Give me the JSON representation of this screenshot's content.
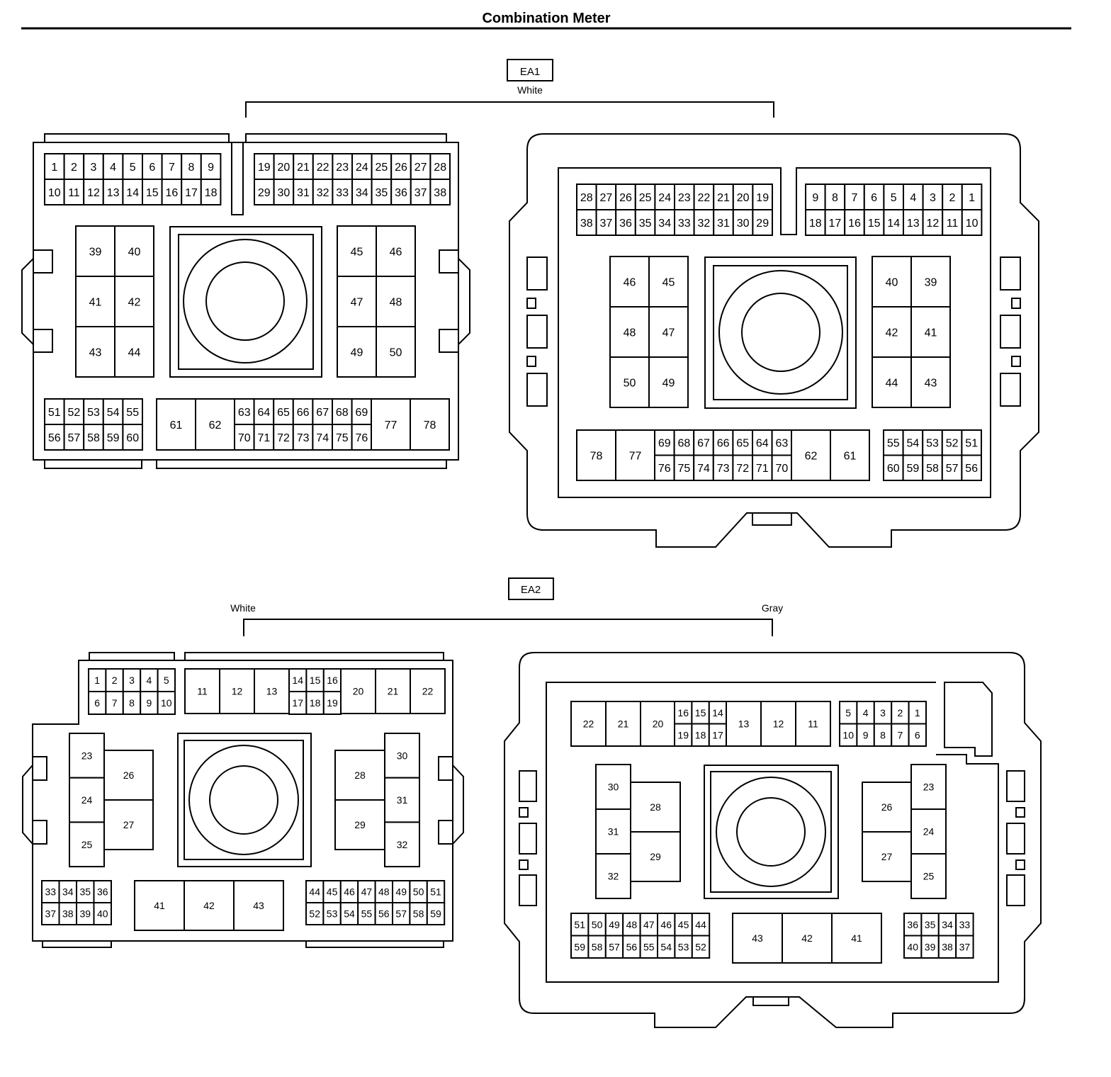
{
  "title": "Combination Meter",
  "ea1": {
    "code": "EA1",
    "color": "White",
    "left": {
      "top_left": [
        [
          "1",
          "2",
          "3",
          "4",
          "5",
          "6",
          "7",
          "8",
          "9"
        ],
        [
          "10",
          "11",
          "12",
          "13",
          "14",
          "15",
          "16",
          "17",
          "18"
        ]
      ],
      "top_right": [
        [
          "19",
          "20",
          "21",
          "22",
          "23",
          "24",
          "25",
          "26",
          "27",
          "28"
        ],
        [
          "29",
          "30",
          "31",
          "32",
          "33",
          "34",
          "35",
          "36",
          "37",
          "38"
        ]
      ],
      "big_left": [
        [
          "39",
          "40"
        ],
        [
          "41",
          "42"
        ],
        [
          "43",
          "44"
        ]
      ],
      "big_right": [
        [
          "45",
          "46"
        ],
        [
          "47",
          "48"
        ],
        [
          "49",
          "50"
        ]
      ],
      "bottom_small": [
        [
          "51",
          "52",
          "53",
          "54",
          "55"
        ],
        [
          "56",
          "57",
          "58",
          "59",
          "60"
        ]
      ],
      "bottom_bigs_a": [
        "61",
        "62"
      ],
      "bottom_mid": [
        [
          "63",
          "64",
          "65",
          "66",
          "67",
          "68",
          "69"
        ],
        [
          "70",
          "71",
          "72",
          "73",
          "74",
          "75",
          "76"
        ]
      ],
      "bottom_bigs_b": [
        "77",
        "78"
      ]
    },
    "right": {
      "top_left": [
        [
          "28",
          "27",
          "26",
          "25",
          "24",
          "23",
          "22",
          "21",
          "20",
          "19"
        ],
        [
          "38",
          "37",
          "36",
          "35",
          "34",
          "33",
          "32",
          "31",
          "30",
          "29"
        ]
      ],
      "top_right": [
        [
          "9",
          "8",
          "7",
          "6",
          "5",
          "4",
          "3",
          "2",
          "1"
        ],
        [
          "18",
          "17",
          "16",
          "15",
          "14",
          "13",
          "12",
          "11",
          "10"
        ]
      ],
      "big_left": [
        [
          "46",
          "45"
        ],
        [
          "48",
          "47"
        ],
        [
          "50",
          "49"
        ]
      ],
      "big_right": [
        [
          "40",
          "39"
        ],
        [
          "42",
          "41"
        ],
        [
          "44",
          "43"
        ]
      ],
      "bottom_bigs_a": [
        "78",
        "77"
      ],
      "bottom_mid": [
        [
          "69",
          "68",
          "67",
          "66",
          "65",
          "64",
          "63"
        ],
        [
          "76",
          "75",
          "74",
          "73",
          "72",
          "71",
          "70"
        ]
      ],
      "bottom_bigs_b": [
        "62",
        "61"
      ],
      "bottom_small": [
        [
          "55",
          "54",
          "53",
          "52",
          "51"
        ],
        [
          "60",
          "59",
          "58",
          "57",
          "56"
        ]
      ]
    }
  },
  "ea2": {
    "code": "EA2",
    "left_color": "White",
    "right_color": "Gray",
    "left": {
      "top_small": [
        [
          "1",
          "2",
          "3",
          "4",
          "5"
        ],
        [
          "6",
          "7",
          "8",
          "9",
          "10"
        ]
      ],
      "top_bigs_a": [
        "11",
        "12",
        "13"
      ],
      "top_mid": [
        [
          "14",
          "15",
          "16"
        ],
        [
          "17",
          "18",
          "19"
        ]
      ],
      "top_bigs_b": [
        "20",
        "21",
        "22"
      ],
      "left_col": [
        "23",
        "24",
        "25"
      ],
      "left_pair": [
        "26",
        "27"
      ],
      "right_pair": [
        "28",
        "29"
      ],
      "right_col": [
        "30",
        "31",
        "32"
      ],
      "bottom_left": [
        [
          "33",
          "34",
          "35",
          "36"
        ],
        [
          "37",
          "38",
          "39",
          "40"
        ]
      ],
      "bottom_bigs": [
        "41",
        "42",
        "43"
      ],
      "bottom_right": [
        [
          "44",
          "45",
          "46",
          "47",
          "48",
          "49",
          "50",
          "51"
        ],
        [
          "52",
          "53",
          "54",
          "55",
          "56",
          "57",
          "58",
          "59"
        ]
      ]
    },
    "right": {
      "top_bigs_a": [
        "22",
        "21",
        "20"
      ],
      "top_mid": [
        [
          "16",
          "15",
          "14"
        ],
        [
          "19",
          "18",
          "17"
        ]
      ],
      "top_bigs_b": [
        "13",
        "12",
        "11"
      ],
      "top_small": [
        [
          "5",
          "4",
          "3",
          "2",
          "1"
        ],
        [
          "10",
          "9",
          "8",
          "7",
          "6"
        ]
      ],
      "left_col": [
        "30",
        "31",
        "32"
      ],
      "left_pair": [
        "28",
        "29"
      ],
      "right_pair": [
        "26",
        "27"
      ],
      "right_col": [
        "23",
        "24",
        "25"
      ],
      "bottom_left": [
        [
          "51",
          "50",
          "49",
          "48",
          "47",
          "46",
          "45",
          "44"
        ],
        [
          "59",
          "58",
          "57",
          "56",
          "55",
          "54",
          "53",
          "52"
        ]
      ],
      "bottom_bigs": [
        "43",
        "42",
        "41"
      ],
      "bottom_right": [
        [
          "36",
          "35",
          "34",
          "33"
        ],
        [
          "40",
          "39",
          "38",
          "37"
        ]
      ]
    }
  }
}
